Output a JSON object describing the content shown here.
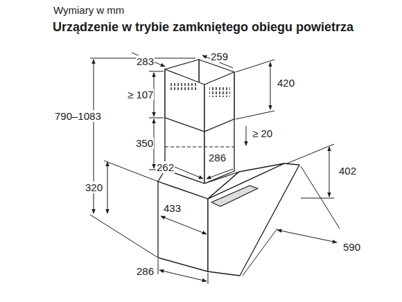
{
  "diagram": {
    "title": "Urządzenie w trybie zamkniętego obiegu powietrza",
    "labels": [
      "Wymiary w mm",
      "283",
      "259",
      "≥ 107",
      "420",
      "790–1083",
      "350",
      "≥ 20",
      "286",
      "262",
      "402",
      "320",
      "433",
      "590",
      "286"
    ]
  }
}
